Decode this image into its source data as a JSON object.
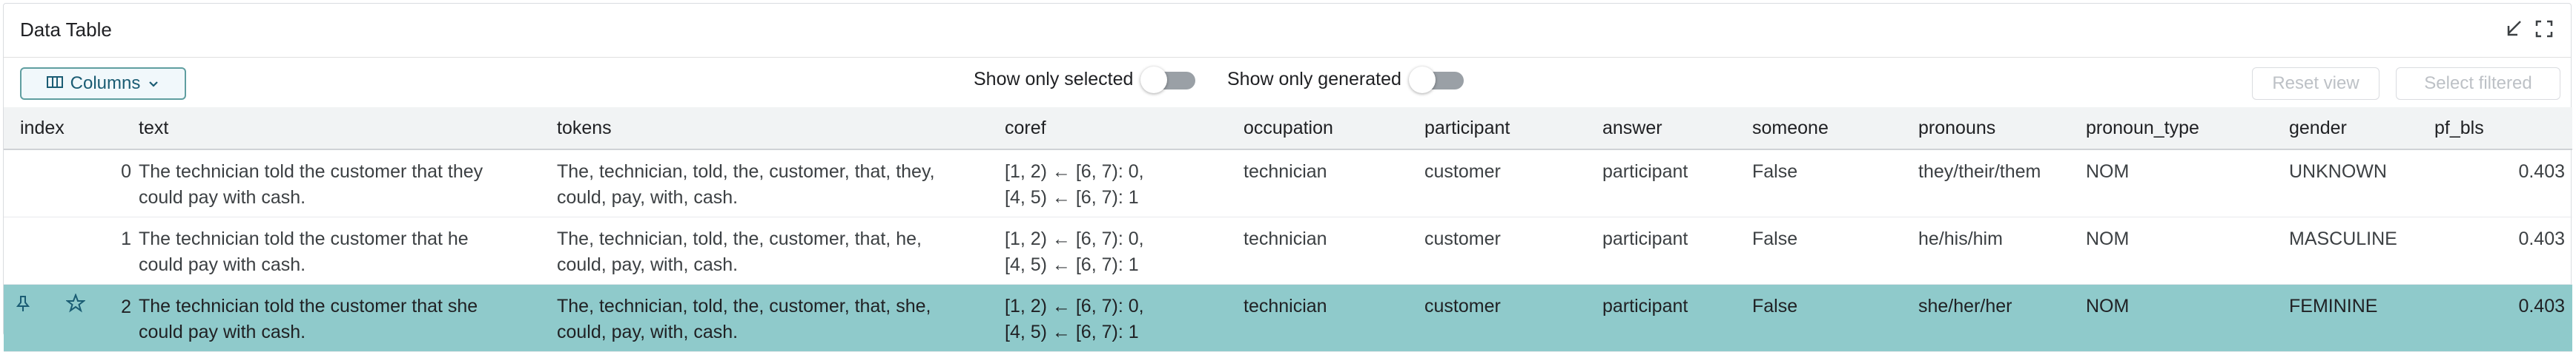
{
  "header": {
    "title": "Data Table",
    "icons": [
      "minimize-icon",
      "fullscreen-icon"
    ]
  },
  "toolbar": {
    "columns_label": "Columns",
    "show_only_selected_label": "Show only selected",
    "show_only_selected_on": false,
    "show_only_generated_label": "Show only generated",
    "show_only_generated_on": false,
    "reset_view_label": "Reset view",
    "select_filtered_label": "Select filtered"
  },
  "table": {
    "columns": [
      "index",
      "text",
      "tokens",
      "coref",
      "occupation",
      "participant",
      "answer",
      "someone",
      "pronouns",
      "pronoun_type",
      "gender",
      "pf_bls"
    ],
    "rows": [
      {
        "index": "0",
        "text_1": "The technician told the customer that they",
        "text_2": "could pay with cash.",
        "tokens_1": "The, technician, told, the, customer, that, they,",
        "tokens_2": "could, pay, with, cash.",
        "coref_1": "[1, 2) ← [6, 7): 0,",
        "coref_2": "[4, 5) ← [6, 7): 1",
        "occupation": "technician",
        "participant": "customer",
        "answer": "participant",
        "someone": "False",
        "pronouns": "they/their/them",
        "pronoun_type": "NOM",
        "gender": "UNKNOWN",
        "pf_bls": "0.403"
      },
      {
        "index": "1",
        "text_1": "The technician told the customer that he",
        "text_2": "could pay with cash.",
        "tokens_1": "The, technician, told, the, customer, that, he,",
        "tokens_2": "could, pay, with, cash.",
        "coref_1": "[1, 2) ← [6, 7): 0,",
        "coref_2": "[4, 5) ← [6, 7): 1",
        "occupation": "technician",
        "participant": "customer",
        "answer": "participant",
        "someone": "False",
        "pronouns": "he/his/him",
        "pronoun_type": "NOM",
        "gender": "MASCULINE",
        "pf_bls": "0.403"
      },
      {
        "index": "2",
        "text_1": "The technician told the customer that she",
        "text_2": "could pay with cash.",
        "tokens_1": "The, technician, told, the, customer, that, she,",
        "tokens_2": "could, pay, with, cash.",
        "coref_1": "[1, 2) ← [6, 7): 0,",
        "coref_2": "[4, 5) ← [6, 7): 1",
        "occupation": "technician",
        "participant": "customer",
        "answer": "participant",
        "someone": "False",
        "pronouns": "she/her/her",
        "pronoun_type": "NOM",
        "gender": "FEMININE",
        "pf_bls": "0.403",
        "selected": true,
        "row_icons": [
          "pin-icon",
          "star-icon"
        ]
      }
    ]
  },
  "colors": {
    "selected_row": "#8fcacb",
    "header_bg": "#f1f3f4",
    "accent": "#1a5c73"
  }
}
